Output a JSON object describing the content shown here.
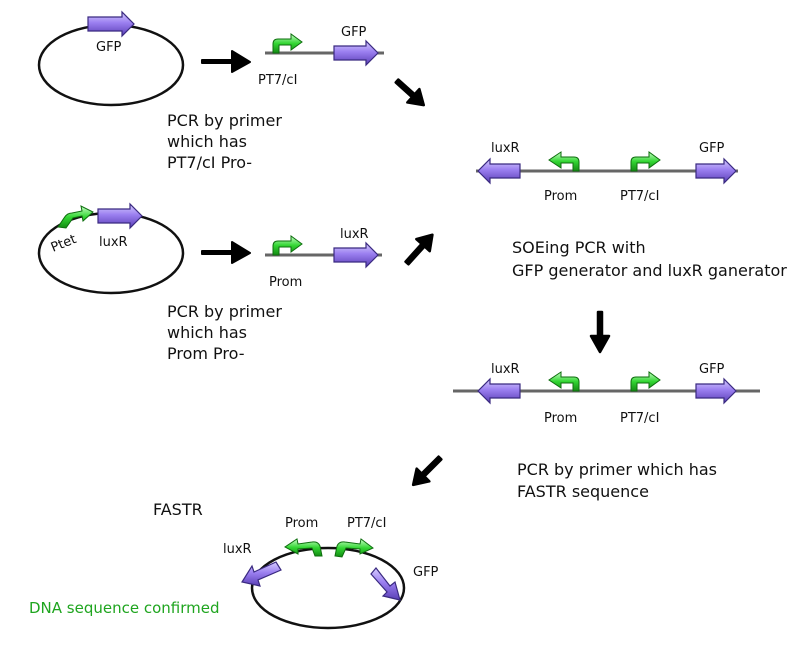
{
  "labels": {
    "gfp": "GFP",
    "luxr": "luxR",
    "prom": "Prom",
    "pt7ci": "PT7/cI",
    "ptet": "Ptet",
    "pro": "Prom"
  },
  "captions": {
    "step1": [
      "PCR by primer",
      "which has",
      "PT7/cI Pro-"
    ],
    "step2": [
      "PCR by primer",
      "which has",
      "Prom Pro-"
    ],
    "soeing": [
      "SOEing PCR with",
      "GFP generator and luxR ganerator"
    ],
    "step3": [
      "PCR by primer which has",
      "FASTR sequence"
    ],
    "fastr": "FASTR",
    "confirmed": "DNA sequence confirmed"
  },
  "colors": {
    "gene": "#9b7ff0",
    "promoter": "#33d633",
    "dna": "#666666",
    "confirmed": "#1fa51f"
  }
}
